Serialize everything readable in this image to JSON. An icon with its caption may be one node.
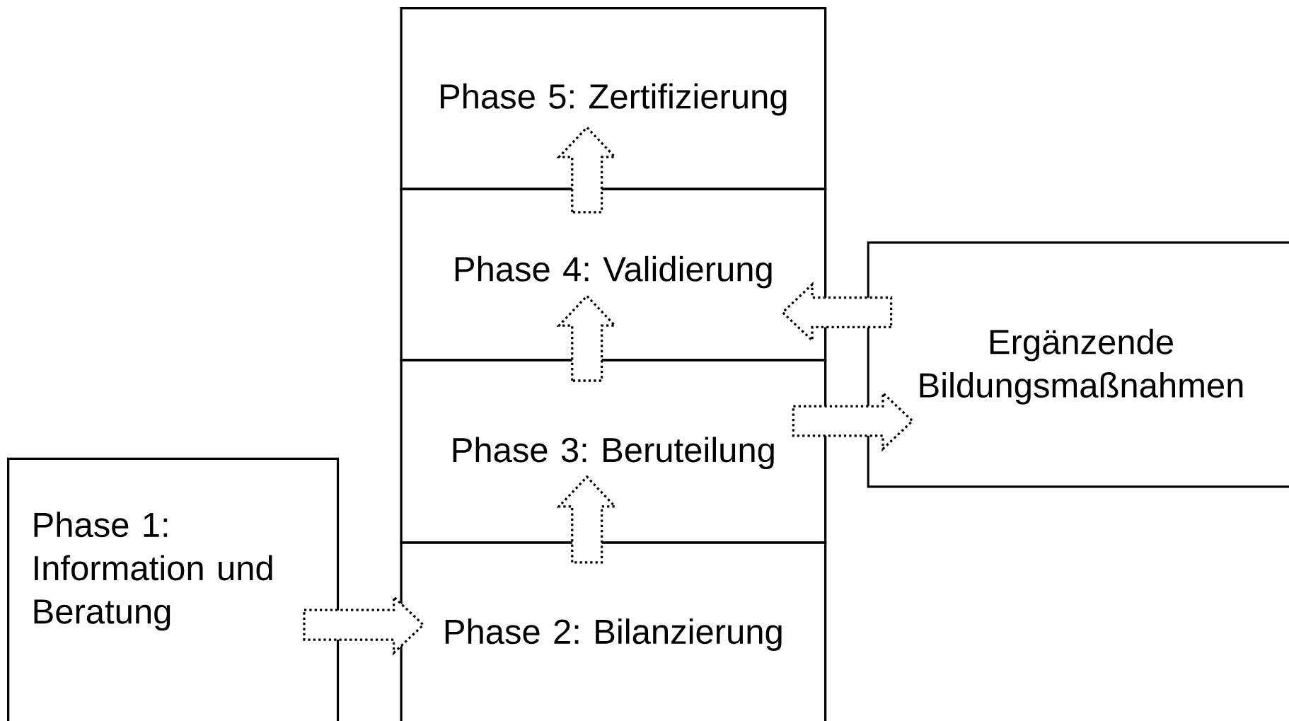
{
  "diagram": {
    "nodes": [
      {
        "text": [
          "Phase 5: Zertifizierung"
        ]
      },
      {
        "text": [
          "Phase 4: Validierung"
        ]
      },
      {
        "text": [
          "Ergänzende Bildungsmaßnahmen"
        ]
      },
      {
        "text": [
          "Phase 3: Beruteilung"
        ]
      },
      {
        "text": [
          "Phase 1: Information und Beratung"
        ]
      },
      {
        "text": [
          "Phase 2: Bilanzierung"
        ]
      }
    ],
    "edges": [
      {
        "from": 4,
        "to": 5,
        "arrow": "to"
      },
      {
        "from": 5,
        "to": 3,
        "arrow": "to"
      },
      {
        "from": 3,
        "to": 1,
        "arrow": "to"
      },
      {
        "from": 1,
        "to": 0,
        "arrow": "to"
      },
      {
        "from": 2,
        "to": 1,
        "arrow": "to"
      },
      {
        "from": 3,
        "to": 2,
        "arrow": "to"
      }
    ]
  }
}
